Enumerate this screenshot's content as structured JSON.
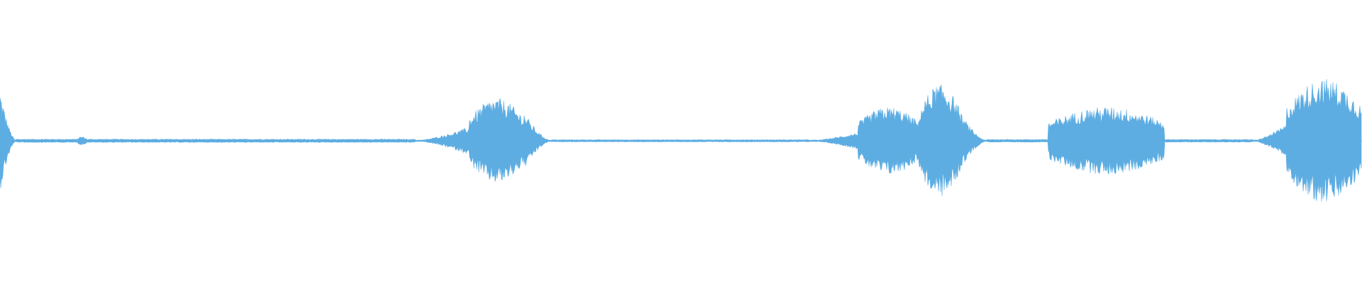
{
  "waveform": {
    "color": "#5dade2",
    "segments": [
      {
        "start": 0.0,
        "end": 0.012,
        "peak": 0.18,
        "shape": "decay"
      },
      {
        "start": 0.012,
        "end": 0.305,
        "peak": 0.006,
        "shape": "flat"
      },
      {
        "start": 0.055,
        "end": 0.065,
        "peak": 0.015,
        "shape": "bump"
      },
      {
        "start": 0.305,
        "end": 0.345,
        "peak": 0.05,
        "shape": "rise"
      },
      {
        "start": 0.345,
        "end": 0.385,
        "peak": 0.15,
        "shape": "body"
      },
      {
        "start": 0.385,
        "end": 0.405,
        "peak": 0.1,
        "shape": "decay"
      },
      {
        "start": 0.405,
        "end": 0.595,
        "peak": 0.004,
        "shape": "flat"
      },
      {
        "start": 0.595,
        "end": 0.63,
        "peak": 0.03,
        "shape": "rise"
      },
      {
        "start": 0.63,
        "end": 0.675,
        "peak": 0.12,
        "shape": "body"
      },
      {
        "start": 0.675,
        "end": 0.705,
        "peak": 0.2,
        "shape": "body"
      },
      {
        "start": 0.705,
        "end": 0.725,
        "peak": 0.1,
        "shape": "decay"
      },
      {
        "start": 0.725,
        "end": 0.77,
        "peak": 0.005,
        "shape": "flat"
      },
      {
        "start": 0.77,
        "end": 0.855,
        "peak": 0.12,
        "shape": "body"
      },
      {
        "start": 0.855,
        "end": 0.92,
        "peak": 0.005,
        "shape": "flat"
      },
      {
        "start": 0.92,
        "end": 0.945,
        "peak": 0.06,
        "shape": "rise"
      },
      {
        "start": 0.945,
        "end": 1.0,
        "peak": 0.22,
        "shape": "body"
      }
    ]
  }
}
